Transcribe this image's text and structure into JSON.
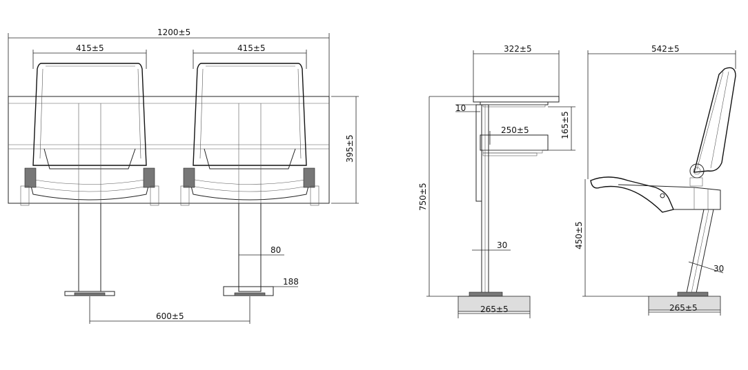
{
  "front_view": {
    "overall_width": "1200±5",
    "seat_width_left": "415±5",
    "seat_width_right": "415±5",
    "beam_height": "395±5",
    "post_width": "80",
    "base_width": "188",
    "post_spacing": "600±5"
  },
  "side_view_desk": {
    "desk_depth": "322±5",
    "desk_thickness": "10",
    "desk_width": "250±5",
    "desk_gap": "165±5",
    "desk_height": "750±5",
    "post_width": "30",
    "base_width": "265±5"
  },
  "side_view_chair": {
    "overall_depth": "542±5",
    "seat_height": "450±5",
    "leg_width": "30",
    "base_width": "265±5"
  }
}
